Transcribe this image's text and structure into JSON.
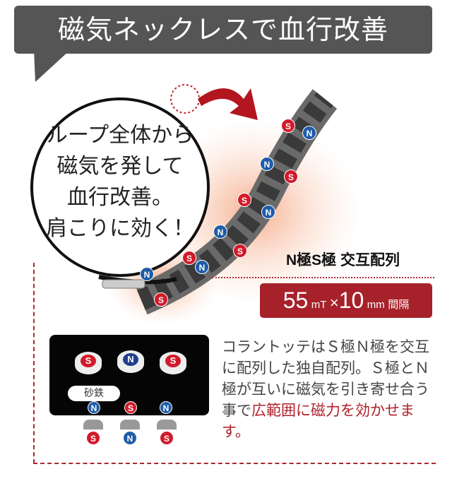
{
  "banner": {
    "title": "磁気ネックレスで血行改善"
  },
  "bubble": {
    "lines": [
      "ループ全体から",
      "磁気を発して",
      "血行改善。",
      "肩こりに効く！"
    ]
  },
  "necklace_magnets": [
    "S",
    "N",
    "N",
    "S",
    "S",
    "N",
    "N",
    "S",
    "S",
    "N",
    "N",
    "S"
  ],
  "headline": "N極S極 交互配列",
  "spec": {
    "value1": "55",
    "unit1": "mT",
    "times": "×",
    "value2": "10",
    "unit2": "mm",
    "suffix": "間隔"
  },
  "photo": {
    "label": "砂鉄",
    "caps": [
      "S",
      "N",
      "S"
    ],
    "under": [
      "N",
      "S",
      "N"
    ]
  },
  "bottom_magnets": [
    "S",
    "N",
    "S"
  ],
  "description": {
    "text": "コラントッテはＳ極Ｎ極を交互に配列した独自配列。Ｓ極とＮ極が互いに磁気を引き寄せ合う事で",
    "highlight": "広範囲に磁力を効かせます。"
  },
  "colors": {
    "accent": "#a7212a",
    "north": "#1f5ca8",
    "south": "#d21a2a",
    "banner": "#555555"
  }
}
